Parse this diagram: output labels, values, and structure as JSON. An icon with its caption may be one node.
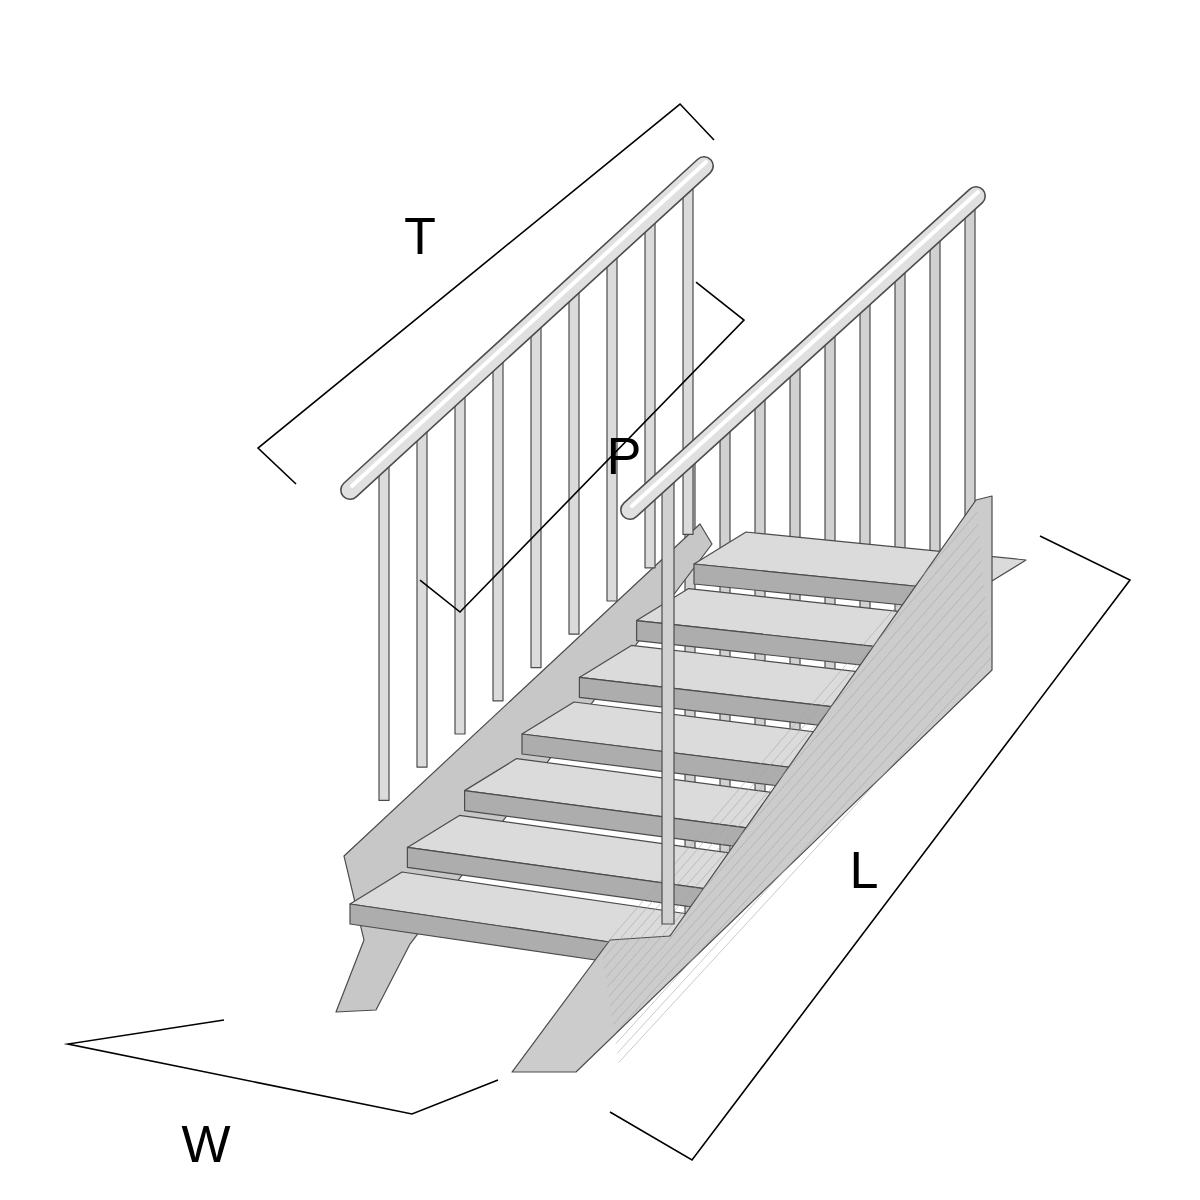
{
  "diagram": {
    "labels": [
      "T",
      "P",
      "L",
      "W"
    ]
  }
}
